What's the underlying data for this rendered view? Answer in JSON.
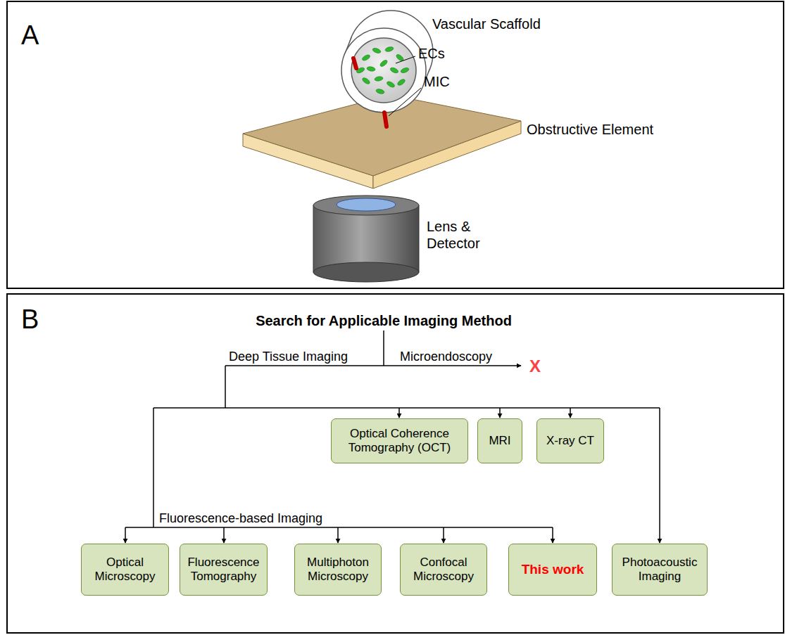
{
  "diagram": {
    "nodes": [
      {
        "text": [
          "Optical Coherence Tomography (OCT)"
        ]
      },
      {
        "text": [
          "MRI"
        ]
      },
      {
        "text": [
          "X-ray CT"
        ]
      },
      {
        "text": [
          "Optical Microscopy"
        ]
      },
      {
        "text": [
          "Fluorescence Tomography"
        ]
      },
      {
        "text": [
          "Multiphoton Microscopy"
        ]
      },
      {
        "text": [
          "Confocal Microscopy"
        ]
      },
      {
        "text": [
          "This work"
        ]
      },
      {
        "text": [
          "Photoacoustic Imaging"
        ]
      }
    ],
    "labels": [
      "A",
      "Vascular Scaffold",
      "ECs",
      "MIC",
      "Obstructive Element",
      "Lens & Detector",
      "B",
      "Search for Applicable Imaging Method",
      "Deep Tissue Imaging",
      "Microendoscopy",
      "X",
      "Fluorescence-based Imaging"
    ]
  }
}
